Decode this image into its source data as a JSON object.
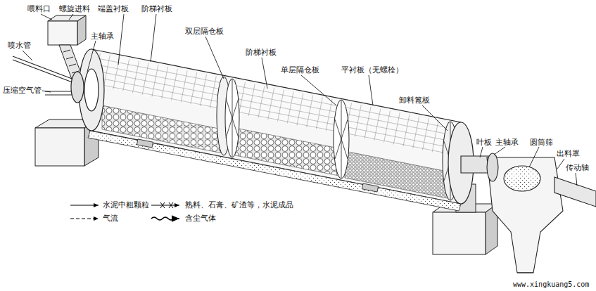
{
  "diagram": {
    "labels": [
      "喂料口",
      "螺旋进料",
      "端盖衬板",
      "阶梯衬板",
      "主轴承",
      "喷水管",
      "压缩空气管",
      "双层隔仓板",
      "阶梯衬板",
      "单层隔仓板",
      "平衬板（无螺栓）",
      "卸料篦板",
      "叶板",
      "主轴承",
      "圆筒筛",
      "出料罩",
      "传动轴",
      "www.xingkuang5.com"
    ],
    "legend": [
      {
        "text": "水泥中粗颗粒"
      },
      {
        "text": "熟料、石膏、矿渣等，水泥成品"
      },
      {
        "text": "气流"
      },
      {
        "text": "含尘气体"
      }
    ]
  }
}
